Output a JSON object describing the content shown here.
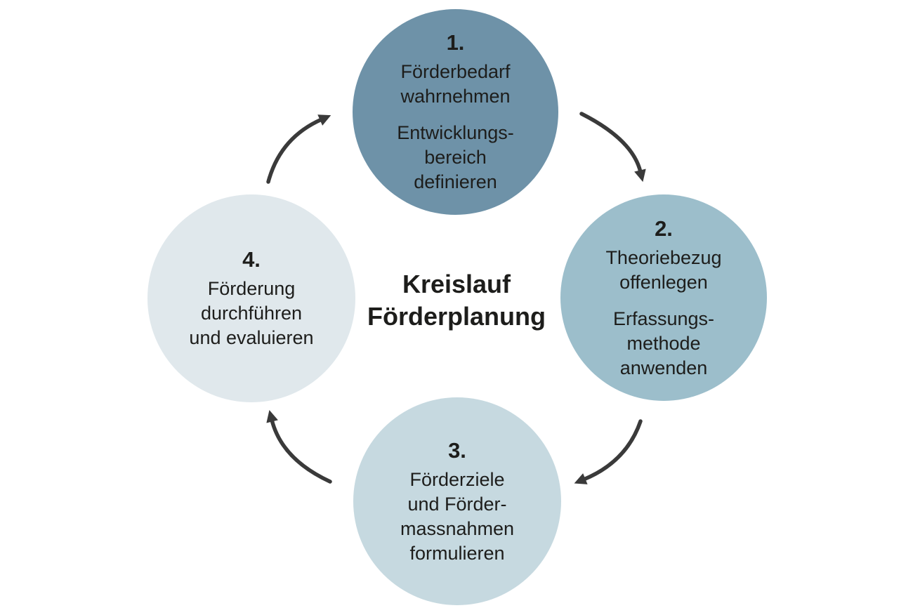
{
  "diagram": {
    "title": "Kreislauf\nFörderplanung"
  },
  "steps": [
    {
      "number": "1.",
      "primary": "Förderbedarf\nwahrnehmen",
      "secondary": "Entwicklungs-\nbereich\ndefinieren"
    },
    {
      "number": "2.",
      "primary": "Theoriebezug\noffenlegen",
      "secondary": "Erfassungs-\nmethode\nanwenden"
    },
    {
      "number": "3.",
      "primary": "Förderziele\nund Förder-\nmassnahmen\nformulieren"
    },
    {
      "number": "4.",
      "primary": "Förderung\ndurchführen\nund evaluieren"
    }
  ],
  "colors": {
    "step1_fill": "#6E92A8",
    "step2_fill": "#9CBECB",
    "step3_fill": "#C6D9E0",
    "step4_fill": "#E0E8EC",
    "arrow": "#3A3A3A",
    "text": "#1D1D1B",
    "background": "#FFFFFF"
  }
}
